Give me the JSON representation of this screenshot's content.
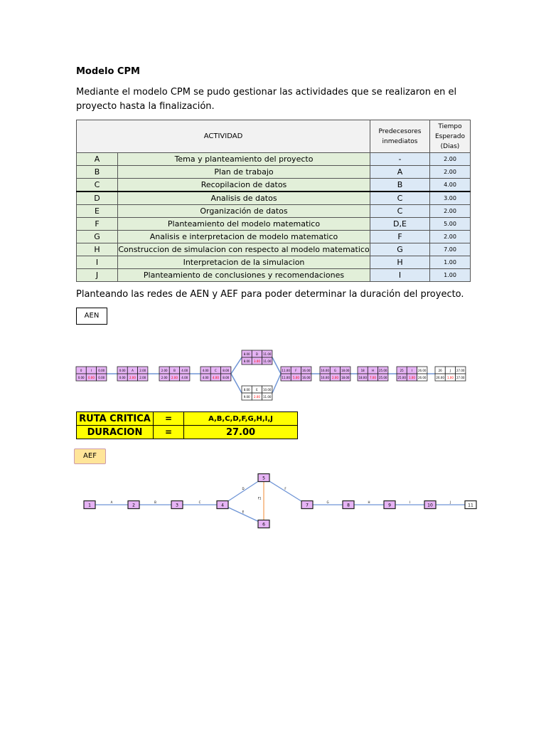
{
  "title": "Modelo CPM",
  "intro": "Mediante el modelo CPM se pudo gestionar las actividades que se realizaron en el proyecto hasta la finalización.",
  "table": {
    "headers": {
      "actividad": "ACTIVIDAD",
      "predecesores": "Predecesores inmediatos",
      "tiempo": "Tiempo Esperado (Dias)"
    },
    "rows": [
      {
        "id": "A",
        "name": "Tema y planteamiento del proyecto",
        "pred": "-",
        "time": "2.00"
      },
      {
        "id": "B",
        "name": "Plan de trabajo",
        "pred": "A",
        "time": "2.00"
      },
      {
        "id": "C",
        "name": "Recopilacion de datos",
        "pred": "B",
        "time": "4.00"
      },
      {
        "id": "D",
        "name": "Analisis de datos",
        "pred": "C",
        "time": "3.00"
      },
      {
        "id": "E",
        "name": "Organización de datos",
        "pred": "C",
        "time": "2.00"
      },
      {
        "id": "F",
        "name": "Planteamiento del modelo matematico",
        "pred": "D,E",
        "time": "5.00"
      },
      {
        "id": "G",
        "name": "Analisis e interpretacion de modelo matematico",
        "pred": "F",
        "time": "2.00"
      },
      {
        "id": "H",
        "name": "Construccion de simulacion con respecto al modelo matematico",
        "pred": "G",
        "time": "7.00"
      },
      {
        "id": "I",
        "name": "Interpretacion de la simulacion",
        "pred": "H",
        "time": "1.00"
      },
      {
        "id": "J",
        "name": "Planteamiento de conclusiones y recomendaciones",
        "pred": "I",
        "time": "1.00"
      }
    ]
  },
  "plan_text": "Planteando las redes de AEN y AEF para poder determinar la duración del proyecto.",
  "aen": {
    "label": "AEN",
    "nodes": [
      {
        "v": [
          "0",
          "I",
          "0.00",
          "0.00",
          "0.00",
          "0.00"
        ],
        "crit": true
      },
      {
        "v": [
          "0.00",
          "A",
          "2.00",
          "0.00",
          "2.00",
          "2.00"
        ],
        "crit": true
      },
      {
        "v": [
          "2.00",
          "B",
          "4.00",
          "2.00",
          "2.00",
          "4.00"
        ],
        "crit": true
      },
      {
        "v": [
          "4.00",
          "C",
          "8.00",
          "4.00",
          "4.00",
          "8.00"
        ],
        "crit": true
      },
      {
        "v": [
          "8.00",
          "D",
          "11.00",
          "8.00",
          "3.00",
          "11.00"
        ],
        "crit": true
      },
      {
        "v": [
          "8.00",
          "E",
          "10.00",
          "9.00",
          "2.00",
          "11.00"
        ],
        "crit": false
      },
      {
        "v": [
          "11.00",
          "F",
          "16.00",
          "11.00",
          "5.00",
          "16.00"
        ],
        "crit": true
      },
      {
        "v": [
          "16.00",
          "G",
          "18.00",
          "16.00",
          "2.00",
          "18.00"
        ],
        "crit": true
      },
      {
        "v": [
          "18",
          "H",
          "25.00",
          "18.00",
          "7.00",
          "25.00"
        ],
        "crit": true
      },
      {
        "v": [
          "25",
          "I",
          "26.00",
          "25.00",
          "1.00",
          "26.00"
        ],
        "crit": true
      },
      {
        "v": [
          "26",
          "J",
          "27.00",
          "26.00",
          "1.00",
          "27.00"
        ],
        "crit": false
      }
    ]
  },
  "ruta": {
    "label1": "RUTA CRITICA",
    "eq": "=",
    "value1": "A,B,C,D,F,G,H,I,J",
    "label2": "DURACION",
    "value2": "27.00"
  },
  "aef": {
    "label": "AEF",
    "nodes": [
      "1",
      "2",
      "3",
      "4",
      "5",
      "6",
      "7",
      "8",
      "9",
      "10",
      "11"
    ],
    "edges": [
      "A",
      "B",
      "C",
      "D",
      "E",
      "F1",
      "F",
      "G",
      "H",
      "I",
      "J"
    ]
  },
  "colors": {
    "critical_node": "#e6b3f5",
    "edge": "#6f95d6",
    "dummy": "#f4a460",
    "highlight": "#ffff00",
    "duration_text": "#ff0000"
  }
}
